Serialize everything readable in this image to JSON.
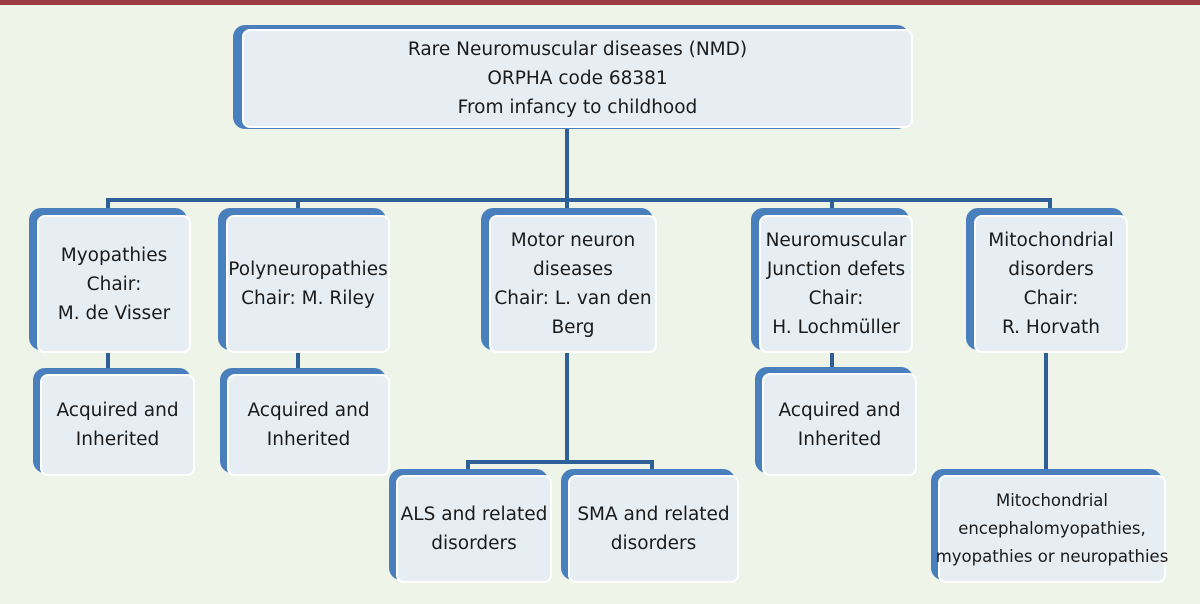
{
  "root": {
    "lines": [
      "Rare Neuromuscular diseases (NMD)",
      "ORPHA code 68381",
      "From infancy to childhood"
    ]
  },
  "groups": [
    {
      "lines": [
        "Myopathies",
        "Chair:",
        "M. de Visser"
      ]
    },
    {
      "lines": [
        "Polyneuropathies",
        "Chair: M. Riley"
      ]
    },
    {
      "lines": [
        "Motor neuron",
        "diseases",
        "Chair: L. van den",
        "Berg"
      ]
    },
    {
      "lines": [
        "Neuromuscular",
        "Junction defets",
        "Chair:",
        "H. Lochmüller"
      ]
    },
    {
      "lines": [
        "Mitochondrial",
        "disorders",
        "Chair:",
        "R. Horvath"
      ]
    }
  ],
  "subgroups": [
    {
      "lines": [
        "Acquired and",
        "Inherited"
      ]
    },
    {
      "lines": [
        "Acquired and",
        "Inherited"
      ]
    },
    {
      "lines": [
        "ALS and related",
        "disorders"
      ]
    },
    {
      "lines": [
        "SMA and related",
        "disorders"
      ]
    },
    {
      "lines": [
        "Acquired and",
        "Inherited"
      ]
    },
    {
      "lines": [
        "Mitochondrial",
        "encephalomyopathies,",
        "myopathies or neuropathies"
      ]
    }
  ],
  "colors": {
    "connector": "#2e5f96",
    "box_border": "#4a7fbd",
    "box_fill": "#e6eef4",
    "top_bar": "#9b3a43",
    "background": "#eef5e8"
  }
}
